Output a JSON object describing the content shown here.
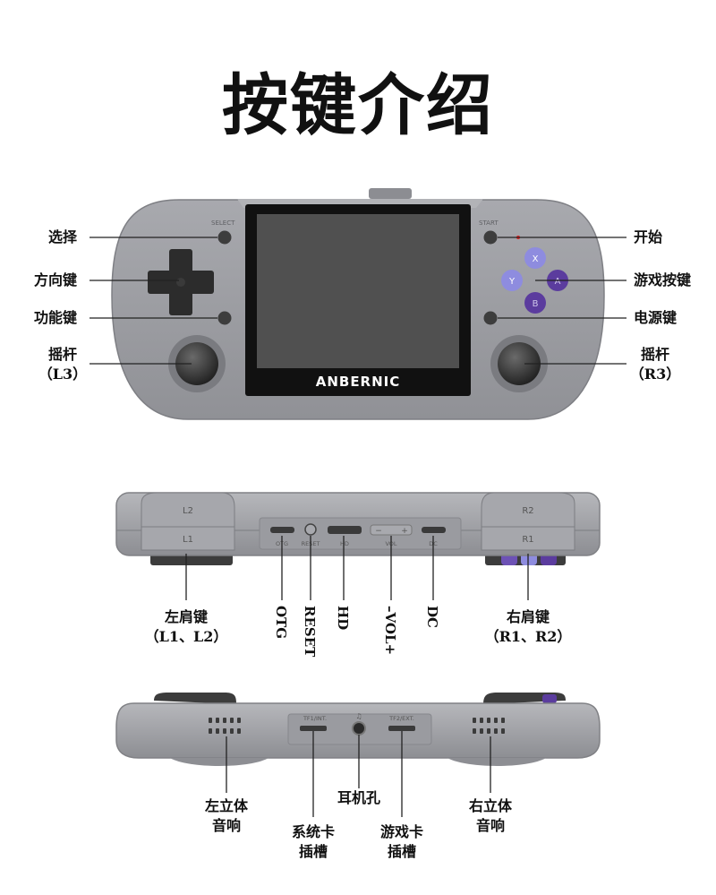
{
  "title": "按键介绍",
  "device": {
    "logo": "ANBERNIC",
    "select_text": "SELECT",
    "start_text": "START",
    "face_buttons": {
      "x": "X",
      "y": "Y",
      "a": "A",
      "b": "B"
    },
    "l2_text": "L2",
    "l1_text": "L1",
    "r2_text": "R2",
    "r1_text": "R1",
    "otg_port": "OTG",
    "reset_port": "RESET",
    "hd_port": "HD",
    "vol_port": "VOL",
    "vol_minus": "−",
    "vol_plus": "+",
    "dc_port": "DC",
    "tf1_port": "TF1/INT.",
    "tf2_port": "TF2/EXT.",
    "colors": {
      "body": "#9d9ea3",
      "body_dark": "#85868b",
      "screen_bezel": "#111111",
      "screen": "#505050",
      "face_light": "#8e8cdf",
      "face_dark": "#5b3c9e",
      "led": "#e02020"
    }
  },
  "front_labels": {
    "select": "选择",
    "dpad": "方向键",
    "function": "功能键",
    "left_stick_line1": "摇杆",
    "left_stick_line2": "（L3）",
    "start": "开始",
    "game_buttons": "游戏按键",
    "power": "电源键",
    "right_stick_line1": "摇杆",
    "right_stick_line2": "（R3）"
  },
  "top_labels": {
    "left_shoulder_line1": "左肩键",
    "left_shoulder_line2": "（L1、L2）",
    "otg": "OTG",
    "reset": "RESET",
    "hd": "HD",
    "vol": "–VOL+",
    "dc": "DC",
    "right_shoulder_line1": "右肩键",
    "right_shoulder_line2": "（R1、R2）"
  },
  "bottom_labels": {
    "left_speaker_line1": "左立体",
    "left_speaker_line2": "音响",
    "system_card_line1": "系统卡",
    "system_card_line2": "插槽",
    "headphone": "耳机孔",
    "game_card_line1": "游戏卡",
    "game_card_line2": "插槽",
    "right_speaker_line1": "右立体",
    "right_speaker_line2": "音响"
  }
}
